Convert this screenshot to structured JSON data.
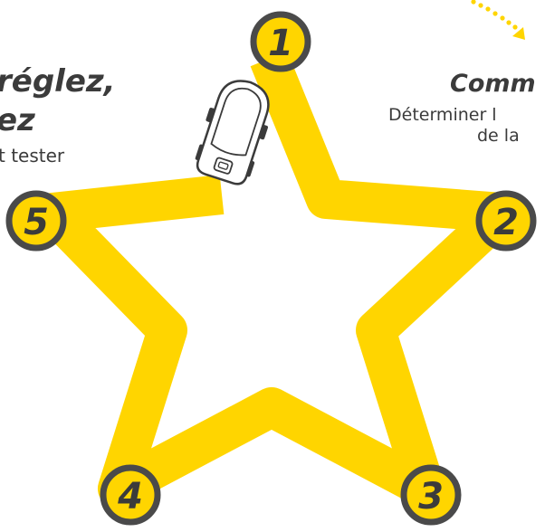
{
  "colors": {
    "path": "#FFD500",
    "badge_fill": "#FFD500",
    "badge_stroke": "#4a4a4a",
    "robot_body": "#ffffff",
    "robot_outline": "#3b3b3b"
  },
  "left_text": {
    "heading_line1": "réglez,",
    "heading_line2": "ez",
    "subtext": "t tester"
  },
  "right_text": {
    "heading": "Comm",
    "subtext_line1": "Déterminer l",
    "subtext_line2": "de la"
  },
  "waypoints": [
    {
      "number": "1"
    },
    {
      "number": "2"
    },
    {
      "number": "3"
    },
    {
      "number": "4"
    },
    {
      "number": "5"
    }
  ],
  "icons": {
    "robot": "robot-car-icon",
    "arrow": "dotted-arrow-icon"
  }
}
